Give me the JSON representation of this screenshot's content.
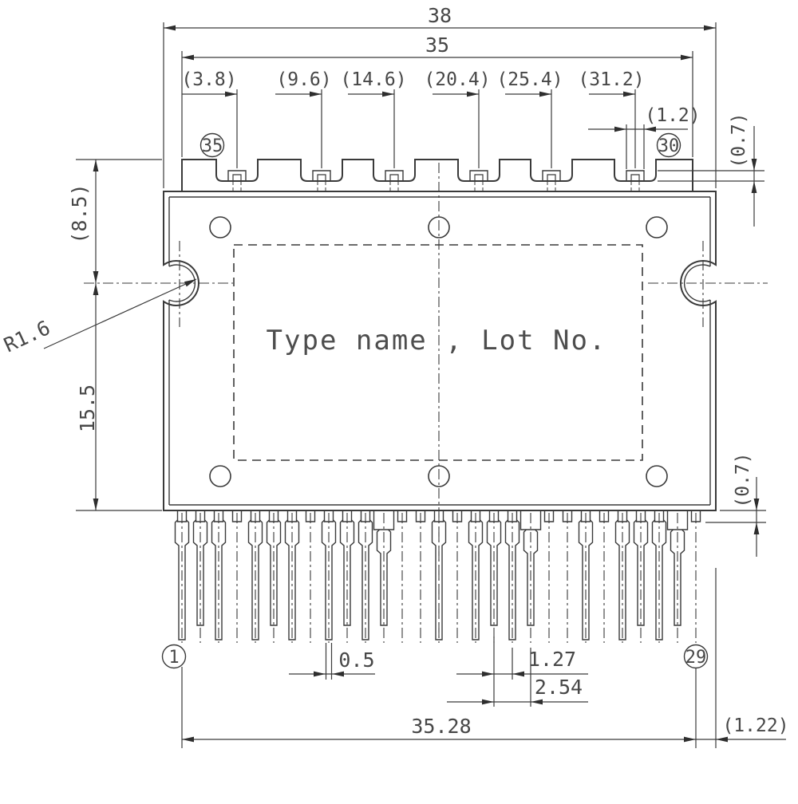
{
  "labels": {
    "module_marking": "Type name , Lot No.",
    "balloon_pin1": "1",
    "balloon_pin29": "29",
    "balloon_pin30": "30",
    "balloon_pin35": "35"
  },
  "dimensions": {
    "overall_width": "38",
    "flange_width": "35",
    "top_pin_offsets": [
      "(3.8)",
      "(9.6)",
      "(14.6)",
      "(20.4)",
      "(25.4)",
      "(31.2)"
    ],
    "top_pin_width": "(1.2)",
    "top_pin_protrusion": "(0.7)",
    "slot_center_from_top": "(8.5)",
    "slot_center_to_bottom": "15.5",
    "slot_radius": "R1.6",
    "lead_width": "0.5",
    "lead_pitch": "1.27",
    "lead_pitch_double": "2.54",
    "lead_span": "35.28",
    "last_lead_to_edge": "(1.22)",
    "bottom_stub_protrusion": "(0.7)"
  },
  "bottom_pins": {
    "position_count": 29,
    "pattern": [
      {
        "pin": 1,
        "lead": true,
        "wide": false
      },
      {
        "pin": 2,
        "lead": true,
        "wide": false
      },
      {
        "pin": 3,
        "lead": true,
        "wide": false
      },
      {
        "pin": 4,
        "lead": false,
        "wide": false
      },
      {
        "pin": 5,
        "lead": true,
        "wide": false
      },
      {
        "pin": 6,
        "lead": true,
        "wide": false
      },
      {
        "pin": 7,
        "lead": true,
        "wide": false
      },
      {
        "pin": 8,
        "lead": false,
        "wide": false
      },
      {
        "pin": 9,
        "lead": true,
        "wide": false
      },
      {
        "pin": 10,
        "lead": true,
        "wide": false
      },
      {
        "pin": 11,
        "lead": true,
        "wide": false
      },
      {
        "pin": 12,
        "lead": true,
        "wide": true
      },
      {
        "pin": 13,
        "lead": false,
        "wide": false
      },
      {
        "pin": 14,
        "lead": false,
        "wide": false
      },
      {
        "pin": 15,
        "lead": true,
        "wide": false
      },
      {
        "pin": 16,
        "lead": false,
        "wide": false
      },
      {
        "pin": 17,
        "lead": true,
        "wide": false
      },
      {
        "pin": 18,
        "lead": true,
        "wide": false
      },
      {
        "pin": 19,
        "lead": true,
        "wide": false
      },
      {
        "pin": 20,
        "lead": true,
        "wide": true
      },
      {
        "pin": 21,
        "lead": false,
        "wide": false
      },
      {
        "pin": 22,
        "lead": false,
        "wide": false
      },
      {
        "pin": 23,
        "lead": true,
        "wide": false
      },
      {
        "pin": 24,
        "lead": false,
        "wide": false
      },
      {
        "pin": 25,
        "lead": true,
        "wide": false
      },
      {
        "pin": 26,
        "lead": true,
        "wide": false
      },
      {
        "pin": 27,
        "lead": true,
        "wide": false
      },
      {
        "pin": 28,
        "lead": true,
        "wide": true
      },
      {
        "pin": 29,
        "lead": false,
        "wide": false
      }
    ]
  },
  "top_pins": {
    "count": 6
  }
}
